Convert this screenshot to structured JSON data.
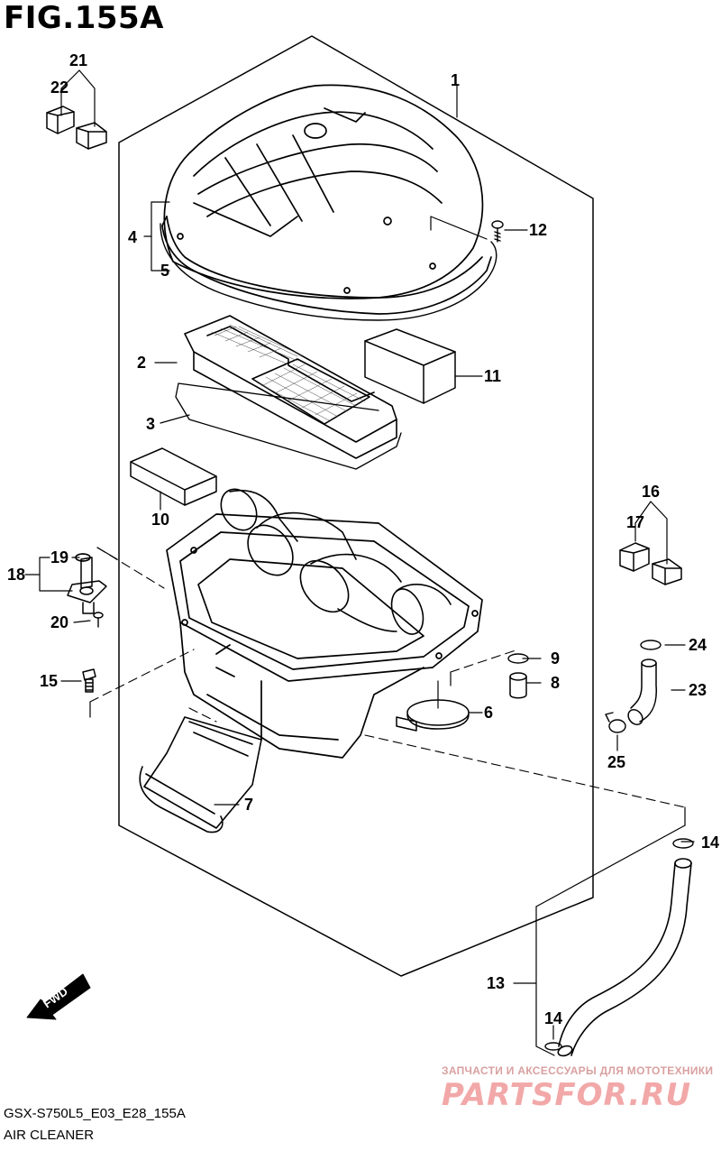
{
  "figure": {
    "title": "FIG.155A",
    "code": "GSX-S750L5_E03_E28_155A",
    "name": "AIR CLEANER",
    "fwd_label": "FWD"
  },
  "callouts": {
    "c1": "1",
    "c2": "2",
    "c3": "3",
    "c4": "4",
    "c5": "5",
    "c6": "6",
    "c7": "7",
    "c8": "8",
    "c9": "9",
    "c10": "10",
    "c11": "11",
    "c12": "12",
    "c13": "13",
    "c14a": "14",
    "c14b": "14",
    "c15": "15",
    "c16": "16",
    "c17": "17",
    "c18": "18",
    "c19": "19",
    "c20": "20",
    "c21": "21",
    "c22": "22",
    "c23": "23",
    "c24": "24",
    "c25": "25"
  },
  "watermark": {
    "tagline": "ЗАПЧАСТИ И АКСЕССУАРЫ ДЛЯ МОТОТЕХНИКИ",
    "brand": "PARTSFOR.RU"
  }
}
